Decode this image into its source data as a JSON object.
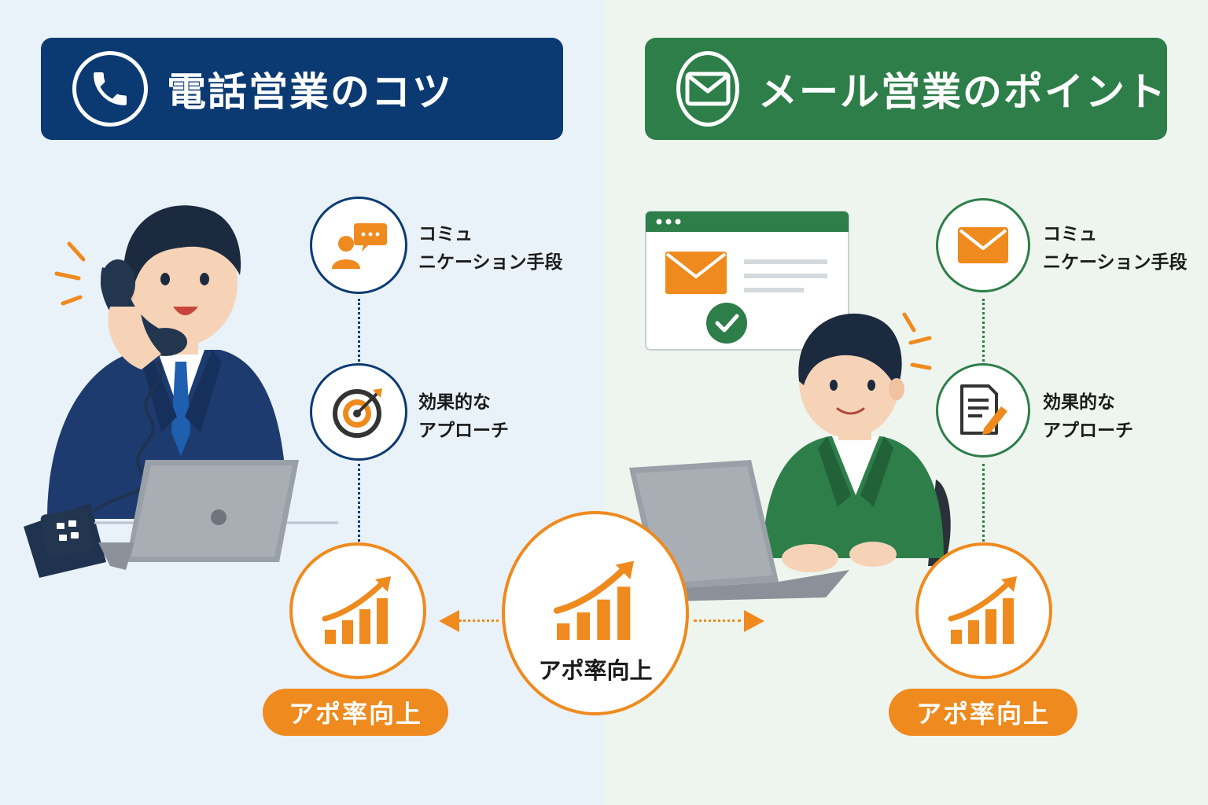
{
  "left_panel": {
    "title": "電話営業のコツ",
    "icon": "phone-icon",
    "item1": {
      "icon": "chat-person-icon",
      "line1": "コミュ",
      "line2": "ニケーション手段"
    },
    "item2": {
      "icon": "target-icon",
      "line1": "効果的な",
      "line2": "アプローチ"
    },
    "result": {
      "icon": "growth-chart-icon",
      "label": "アポ率向上"
    }
  },
  "right_panel": {
    "title": "メール営業のポイント",
    "icon": "mail-icon",
    "item1": {
      "icon": "envelope-icon",
      "line1": "コミュ",
      "line2": "ニケーション手段"
    },
    "item2": {
      "icon": "document-pen-icon",
      "line1": "効果的な",
      "line2": "アプローチ"
    },
    "result": {
      "icon": "growth-chart-icon",
      "label": "アポ率向上"
    }
  },
  "center": {
    "icon": "growth-chart-icon",
    "label": "アポ率向上"
  },
  "colors": {
    "navy": "#0b3a73",
    "green": "#2d7e49",
    "orange": "#ef8a1e",
    "left_bg": "#e9f1f9",
    "right_bg": "#eef5ee"
  }
}
